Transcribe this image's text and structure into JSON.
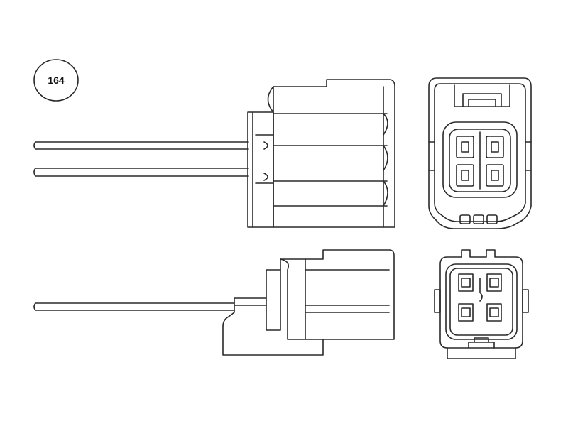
{
  "badge": {
    "number": "164"
  },
  "colors": {
    "line": "#2a2a2a",
    "background": "#ffffff"
  },
  "connectors": [
    {
      "id": "upper",
      "wires": 2,
      "pins": 4
    },
    {
      "id": "lower",
      "wires": 1,
      "pins": 4
    }
  ]
}
